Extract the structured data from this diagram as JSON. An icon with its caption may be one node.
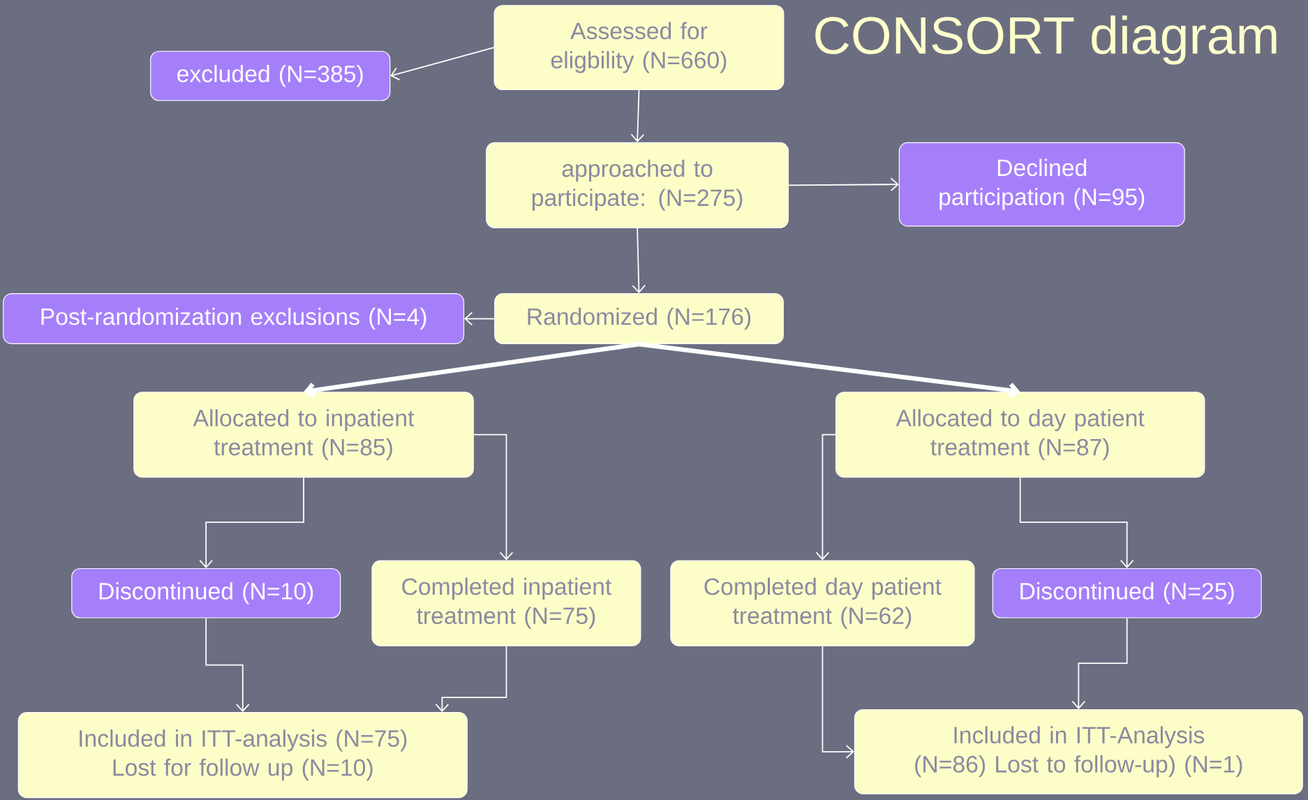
{
  "diagram": {
    "title": "CONSORT diagram",
    "nodes": [
      {
        "text": [
          "Assessed for eligbility (N=660)"
        ]
      },
      {
        "text": [
          "excluded (N=385)"
        ]
      },
      {
        "text": [
          "approached to participate: (N=275)"
        ]
      },
      {
        "text": [
          "Declined participation (N=95)"
        ]
      },
      {
        "text": [
          "Randomized (N=176)"
        ]
      },
      {
        "text": [
          "Post-randomization exclusions (N=4)"
        ]
      },
      {
        "text": [
          "Allocated to inpatient treatment (N=85)"
        ]
      },
      {
        "text": [
          "Allocated to day patient treatment (N=87)"
        ]
      },
      {
        "text": [
          "Discontinued (N=10)"
        ]
      },
      {
        "text": [
          "Completed inpatient treatment (N=75)"
        ]
      },
      {
        "text": [
          "Completed day patient treatment (N=62)"
        ]
      },
      {
        "text": [
          "Discontinued (N=25)"
        ]
      },
      {
        "text": [
          "Included in ITT-analysis (N=75) Lost for follow up (N=10)"
        ]
      },
      {
        "text": [
          "Included in ITT-Analysis (N=86) Lost to follow-up) (N=1)"
        ]
      }
    ],
    "edges": [
      {
        "from": 0,
        "to": 1,
        "arrow": "to"
      },
      {
        "from": 0,
        "to": 2,
        "arrow": "to"
      },
      {
        "from": 2,
        "to": 3,
        "arrow": "to"
      },
      {
        "from": 2,
        "to": 4,
        "arrow": "to"
      },
      {
        "from": 4,
        "to": 5,
        "arrow": "to"
      },
      {
        "from": 4,
        "to": 6,
        "arrow": "to",
        "style": "thick"
      },
      {
        "from": 4,
        "to": 7,
        "arrow": "to",
        "style": "thick"
      },
      {
        "from": 6,
        "to": 8,
        "arrow": "to"
      },
      {
        "from": 6,
        "to": 9,
        "arrow": "to"
      },
      {
        "from": 7,
        "to": 10,
        "arrow": "to"
      },
      {
        "from": 7,
        "to": 11,
        "arrow": "to"
      },
      {
        "from": 8,
        "to": 12,
        "arrow": "to"
      },
      {
        "from": 9,
        "to": 12,
        "arrow": "to"
      },
      {
        "from": 10,
        "to": 13,
        "arrow": "to"
      },
      {
        "from": 11,
        "to": 13,
        "arrow": "to"
      }
    ]
  }
}
